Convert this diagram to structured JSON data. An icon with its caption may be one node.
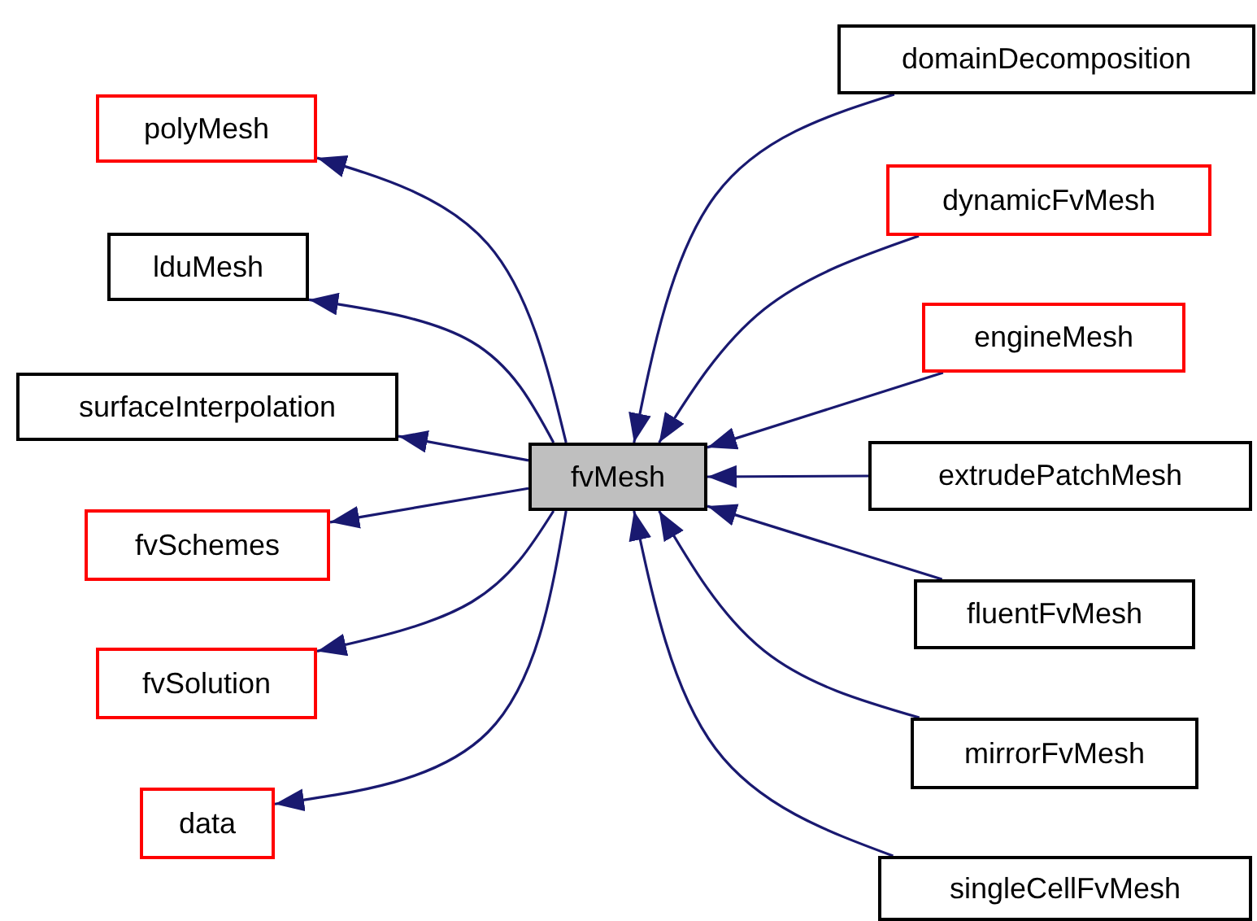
{
  "diagram": {
    "nodes": [
      {
        "text": [
          "fvMesh"
        ]
      },
      {
        "text": [
          "polyMesh"
        ]
      },
      {
        "text": [
          "lduMesh"
        ]
      },
      {
        "text": [
          "surfaceInterpolation"
        ]
      },
      {
        "text": [
          "fvSchemes"
        ]
      },
      {
        "text": [
          "fvSolution"
        ]
      },
      {
        "text": [
          "data"
        ]
      },
      {
        "text": [
          "domainDecomposition"
        ]
      },
      {
        "text": [
          "dynamicFvMesh"
        ]
      },
      {
        "text": [
          "engineMesh"
        ]
      },
      {
        "text": [
          "extrudePatchMesh"
        ]
      },
      {
        "text": [
          "fluentFvMesh"
        ]
      },
      {
        "text": [
          "mirrorFvMesh"
        ]
      },
      {
        "text": [
          "singleCellFvMesh"
        ]
      }
    ],
    "edges": [
      {
        "from": 0,
        "to": 1,
        "arrow": "to"
      },
      {
        "from": 0,
        "to": 2,
        "arrow": "to"
      },
      {
        "from": 0,
        "to": 3,
        "arrow": "to"
      },
      {
        "from": 0,
        "to": 4,
        "arrow": "to"
      },
      {
        "from": 0,
        "to": 5,
        "arrow": "to"
      },
      {
        "from": 0,
        "to": 6,
        "arrow": "to"
      },
      {
        "from": 7,
        "to": 0,
        "arrow": "to"
      },
      {
        "from": 8,
        "to": 0,
        "arrow": "to"
      },
      {
        "from": 9,
        "to": 0,
        "arrow": "to"
      },
      {
        "from": 10,
        "to": 0,
        "arrow": "to"
      },
      {
        "from": 11,
        "to": 0,
        "arrow": "to"
      },
      {
        "from": 12,
        "to": 0,
        "arrow": "to"
      },
      {
        "from": 13,
        "to": 0,
        "arrow": "to"
      }
    ]
  }
}
